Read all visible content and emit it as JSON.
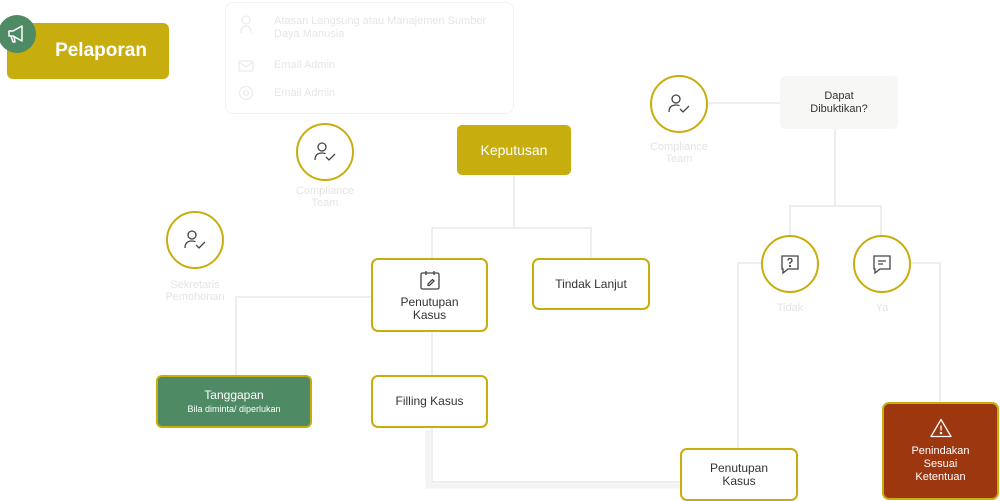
{
  "header": {
    "title": "Pelaporan",
    "icon": "megaphone-icon"
  },
  "info_card": {
    "lines": [
      "Atasan Langsung atau Manajemen Sumber",
      "Daya Manusia"
    ],
    "phone": "Email Admin",
    "email": "Email Admin"
  },
  "nodes": {
    "keputusan": "Keputusan",
    "penutupan_1": [
      "Penutupan",
      "Kasus"
    ],
    "tindak_lanjut": "Tindak Lanjut",
    "tanggapan_title": "Tanggapan",
    "tanggapan_sub": "Bila diminta/ diperlukan",
    "filling": "Filling Kasus",
    "penutupan_2": [
      "Penutupan",
      "Kasus"
    ],
    "dapat": [
      "Dapat",
      "Dibuktikan?"
    ],
    "penindakan": [
      "Penindakan",
      "Sesuai",
      "Ketentuan"
    ]
  },
  "roles": {
    "compliance_1": [
      "Compliance",
      "Team"
    ],
    "compliance_2": [
      "Compliance",
      "Team"
    ],
    "pemohon": [
      "Sekretaris",
      "Pemohonan"
    ],
    "tidak": "Tidak",
    "ya": "Ya"
  },
  "colors": {
    "gold": "#c8ad0e",
    "green": "#4e8a64",
    "red": "#9c3710",
    "connector": "#e6e6e6"
  }
}
